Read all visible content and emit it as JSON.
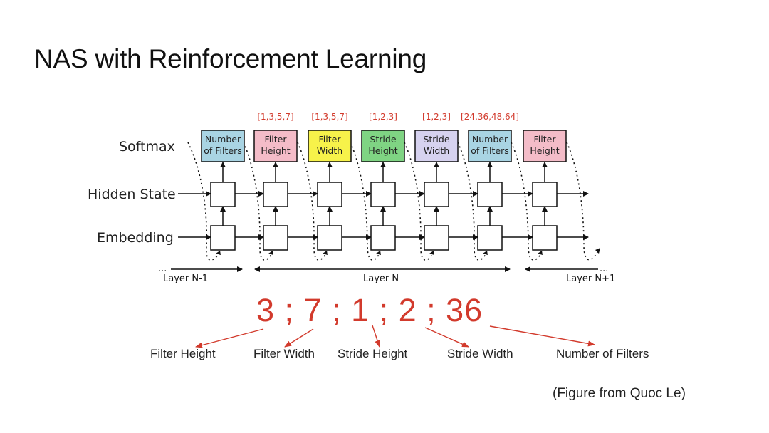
{
  "slide": {
    "title": "NAS with Reinforcement Learning",
    "caption": "(Figure from Quoc Le)"
  },
  "diagram": {
    "row_labels": {
      "softmax": "Softmax",
      "hidden": "Hidden State",
      "embedding": "Embedding"
    },
    "softmax_boxes": [
      {
        "line1": "Number",
        "line2": "of Filters",
        "color": "#a9d4e3",
        "range": ""
      },
      {
        "line1": "Filter",
        "line2": "Height",
        "color": "#f4bcc8",
        "range": "[1,3,5,7]"
      },
      {
        "line1": "Filter",
        "line2": "Width",
        "color": "#f7f24a",
        "range": "[1,3,5,7]"
      },
      {
        "line1": "Stride",
        "line2": "Height",
        "color": "#7fd483",
        "range": "[1,2,3]"
      },
      {
        "line1": "Stride",
        "line2": "Width",
        "color": "#d6d2ef",
        "range": "[1,2,3]"
      },
      {
        "line1": "Number",
        "line2": "of Filters",
        "color": "#a9d4e3",
        "range": "[24,36,48,64]"
      },
      {
        "line1": "Filter",
        "line2": "Height",
        "color": "#f4bcc8",
        "range": ""
      }
    ],
    "layers": {
      "prev": "Layer N-1",
      "current": "Layer N",
      "next": "Layer N+1",
      "ellipsis": "..."
    },
    "accent_color": "#d23a2c"
  },
  "sequence": {
    "text": "3 ; 7 ; 1 ; 2 ; 36",
    "labels": [
      "Filter Height",
      "Filter Width",
      "Stride Height",
      "Stride Width",
      "Number of Filters"
    ]
  }
}
